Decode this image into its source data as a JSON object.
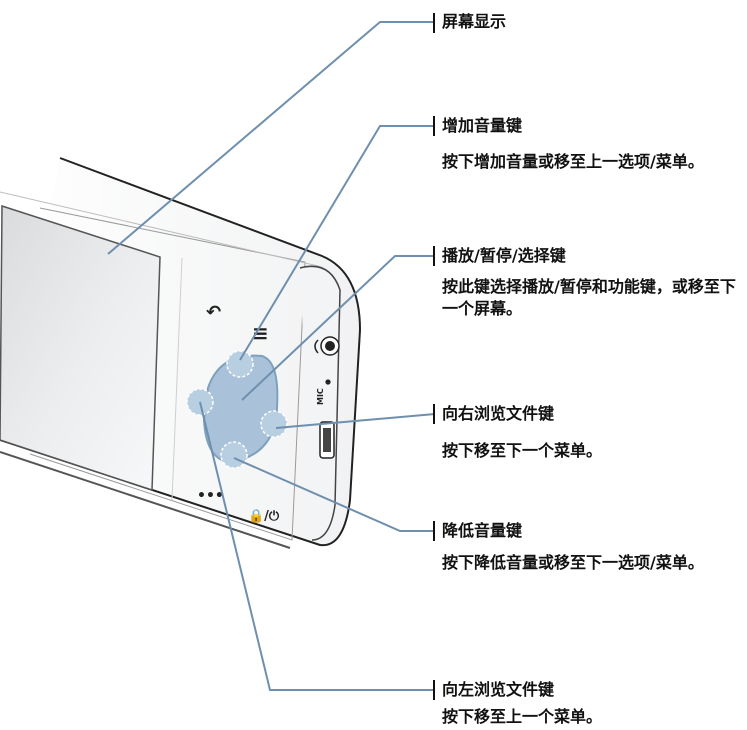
{
  "callouts": {
    "screen": {
      "title": "屏幕显示"
    },
    "vol_up": {
      "title": "增加音量键",
      "desc": "按下增加音量或移至上一选项/菜单。"
    },
    "play": {
      "title": "播放/暂停/选择键",
      "desc": "按此键选择播放/暂停和功能键，或移至下一个屏幕。"
    },
    "right": {
      "title": "向右浏览文件键",
      "desc": "按下移至下一个菜单。"
    },
    "vol_down": {
      "title": "降低音量键",
      "desc": "按下降低音量或移至下一选项/菜单。"
    },
    "left": {
      "title": "向左浏览文件键",
      "desc": "按下移至上一个菜单。"
    }
  },
  "device": {
    "mic_label": "MIC",
    "menu_glyph": "≡",
    "back_glyph": "↶",
    "dots_glyph": "•••",
    "lock_power_glyph": "🔒/⏻"
  },
  "colors": {
    "leader_line": "#6e8fae",
    "pad_fill": "#a9c2d9",
    "pad_stroke": "#7fa0bd",
    "device_outline": "#222222"
  }
}
